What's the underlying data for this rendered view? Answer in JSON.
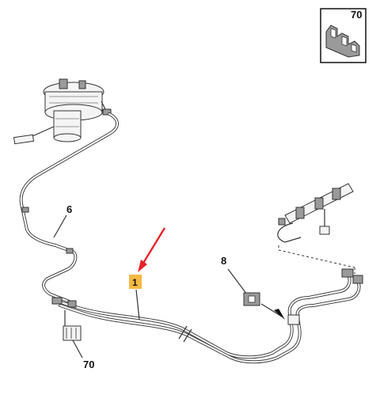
{
  "callouts": {
    "inset_part": "70",
    "lower_clip": "70",
    "left_line": "6",
    "connector": "8",
    "highlighted": "1"
  },
  "colors": {
    "highlight_fill": "#f5b942",
    "arrow": "#e8232a",
    "line": "#333333"
  },
  "icons": {
    "inset": "clip-icon",
    "pump": "fuel-pump-module-icon",
    "rail": "injector-rail-icon"
  }
}
